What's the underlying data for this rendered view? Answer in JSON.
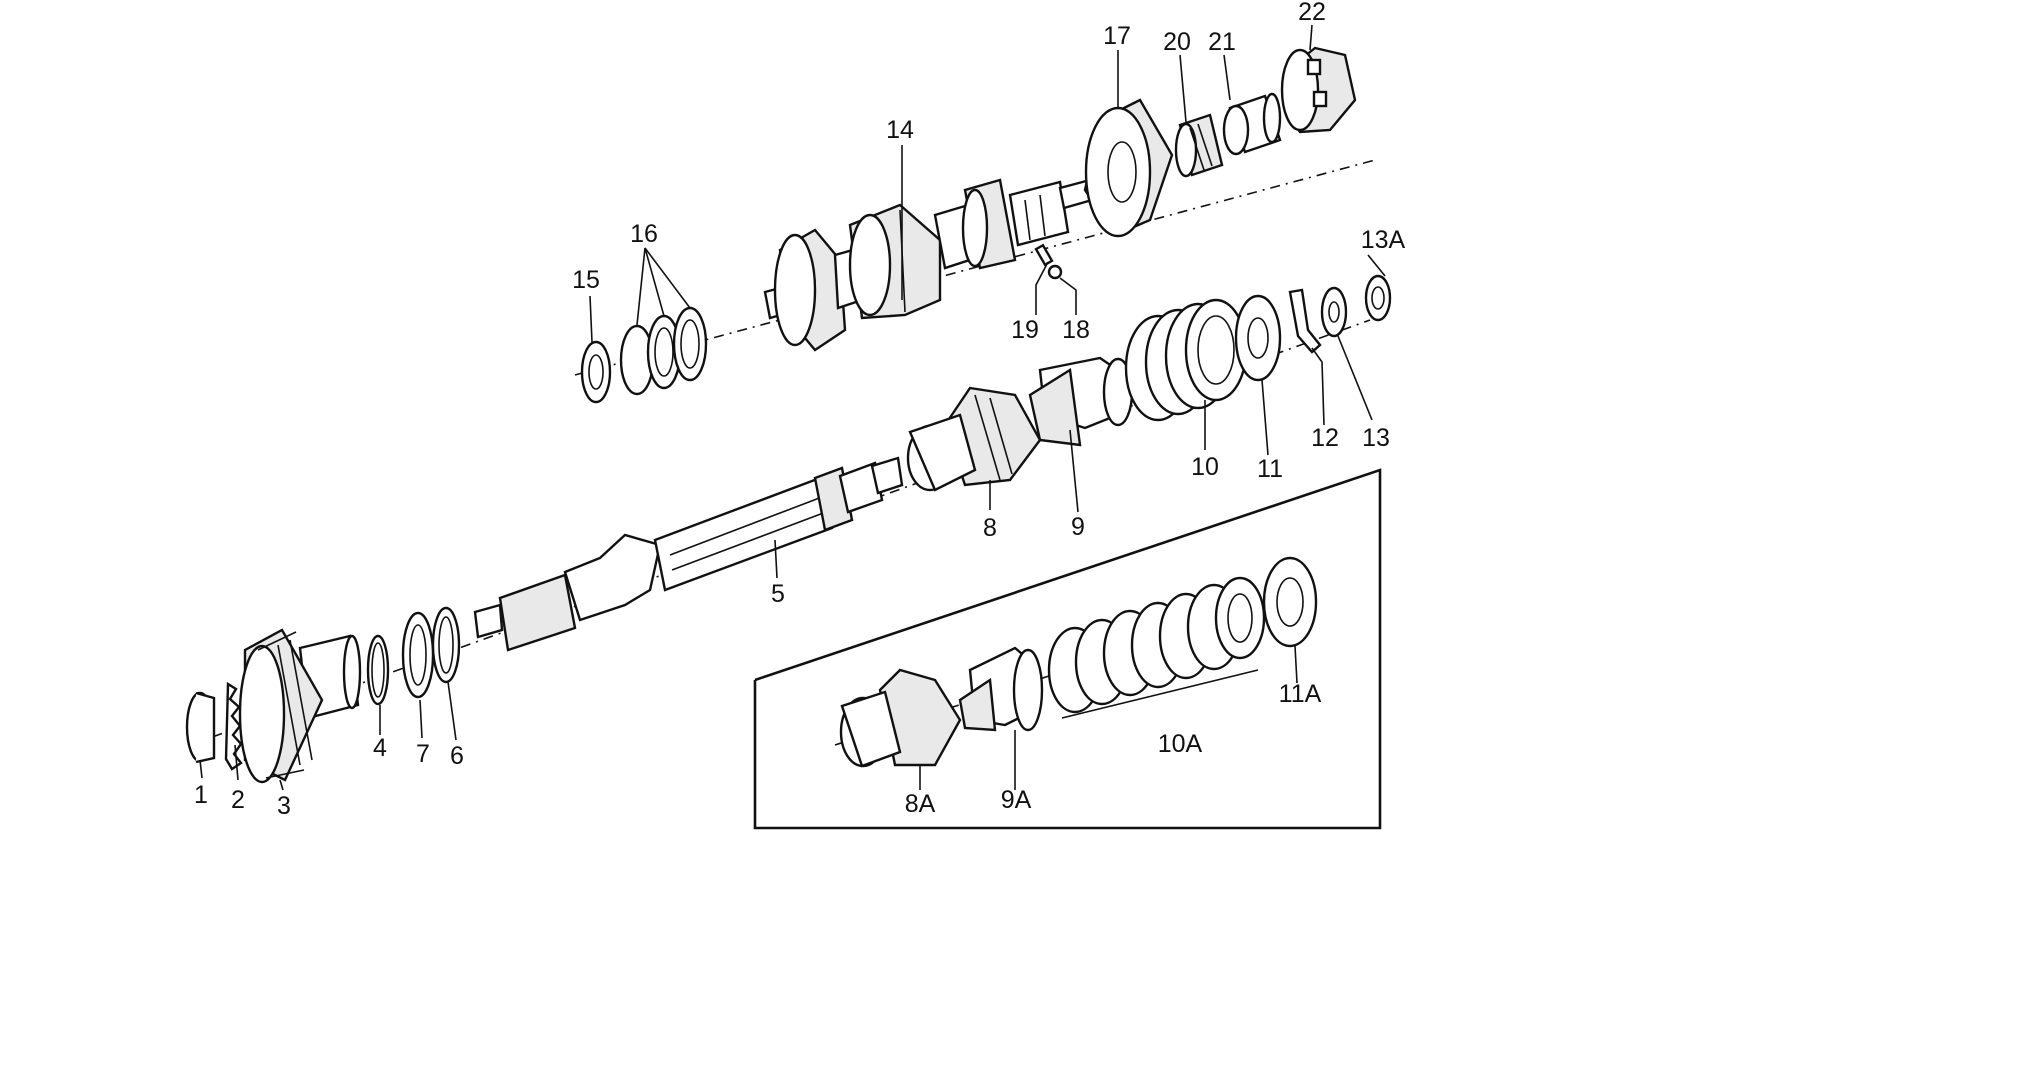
{
  "callouts": {
    "c1": "1",
    "c2": "2",
    "c3": "3",
    "c4": "4",
    "c5": "5",
    "c6": "6",
    "c7": "7",
    "c8": "8",
    "c9": "9",
    "c10": "10",
    "c11": "11",
    "c12": "12",
    "c13": "13",
    "c13a": "13A",
    "c14": "14",
    "c15": "15",
    "c16": "16",
    "c17": "17",
    "c18": "18",
    "c19": "19",
    "c20": "20",
    "c21": "21",
    "c22": "22",
    "c8a": "8A",
    "c9a": "9A",
    "c10a": "10A",
    "c11a": "11A"
  }
}
